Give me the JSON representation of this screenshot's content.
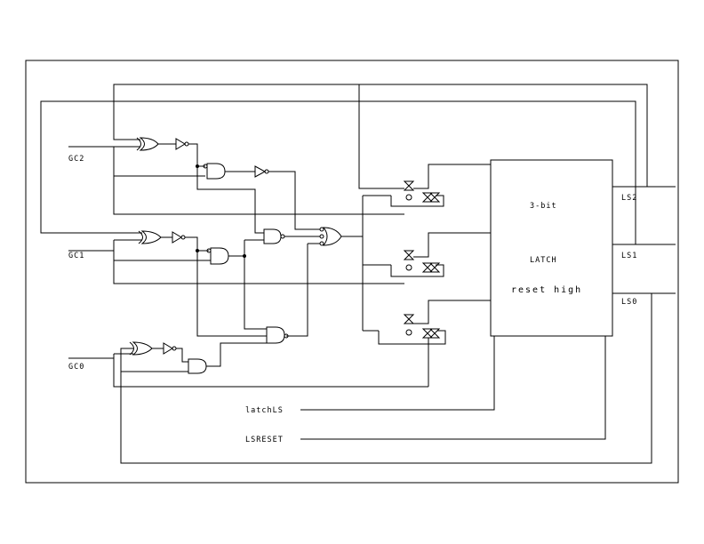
{
  "inputs": {
    "gc2": "GC2",
    "gc1": "GC1",
    "gc0": "GC0"
  },
  "controls": {
    "latch": "latchLS",
    "reset": "LSRESET"
  },
  "latch_block": {
    "line1": "3-bit",
    "line2": "LATCH",
    "line3": "reset high"
  },
  "outputs": {
    "ls2": "LS2",
    "ls1": "LS1",
    "ls0": "LS0"
  }
}
